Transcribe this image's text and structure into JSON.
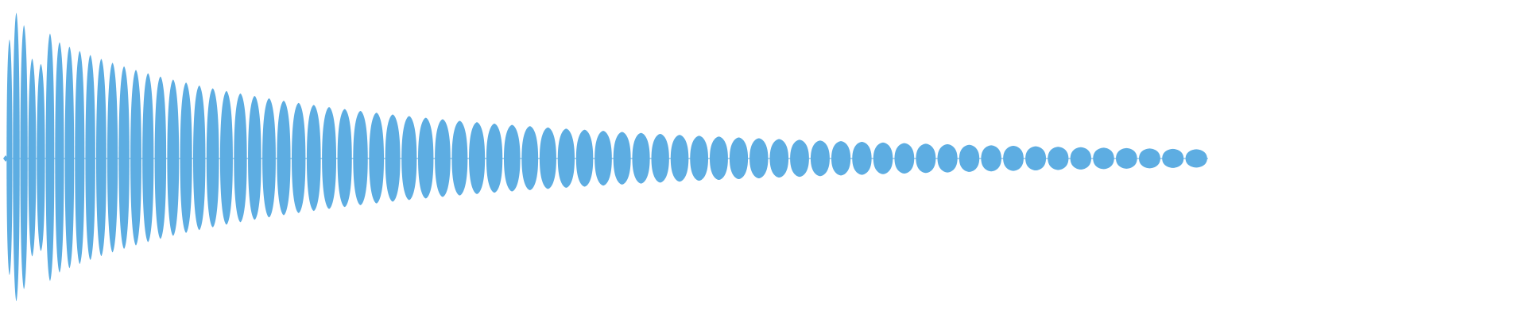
{
  "waveform": {
    "color": "#5DADE2",
    "background": "#FFFFFF",
    "envelope": "decaying",
    "lobes_per_half": 72,
    "decay_to_silence_fraction": 0.79
  }
}
